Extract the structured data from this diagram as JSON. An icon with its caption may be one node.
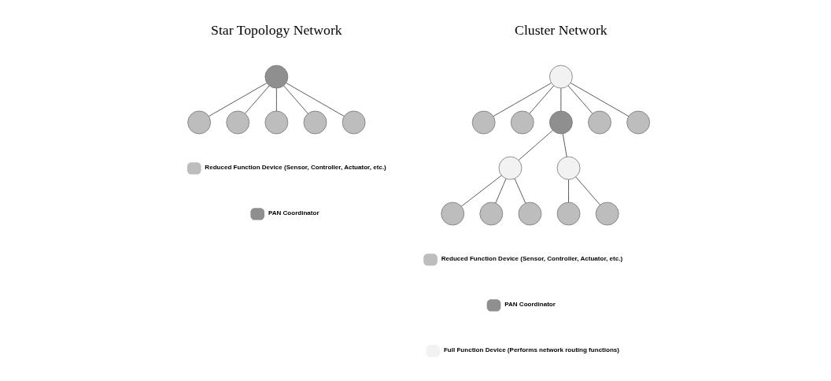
{
  "diagram": {
    "nodes": [
      {
        "text": [],
        "shape": "circle"
      },
      {
        "text": [],
        "shape": "circle"
      },
      {
        "text": [],
        "shape": "circle"
      },
      {
        "text": [],
        "shape": "circle"
      },
      {
        "text": [],
        "shape": "circle"
      },
      {
        "text": [],
        "shape": "circle"
      },
      {
        "text": [],
        "shape": "circle"
      },
      {
        "text": [],
        "shape": "circle"
      },
      {
        "text": [],
        "shape": "circle"
      },
      {
        "text": [],
        "shape": "circle"
      },
      {
        "text": [],
        "shape": "circle"
      },
      {
        "text": [],
        "shape": "circle"
      },
      {
        "text": [],
        "shape": "circle"
      },
      {
        "text": [],
        "shape": "circle"
      },
      {
        "text": [],
        "shape": "circle"
      },
      {
        "text": [],
        "shape": "circle"
      },
      {
        "text": [],
        "shape": "circle"
      },
      {
        "text": [],
        "shape": "circle"
      },
      {
        "text": [],
        "shape": "circle"
      }
    ],
    "edges": [
      {
        "from": 2,
        "to": 0,
        "arrow": "none"
      },
      {
        "from": 2,
        "to": 1,
        "arrow": "none"
      },
      {
        "from": 2,
        "to": 3,
        "arrow": "none"
      },
      {
        "from": 2,
        "to": 4,
        "arrow": "none"
      },
      {
        "from": 2,
        "to": 5,
        "arrow": "none"
      },
      {
        "from": 10,
        "to": 8,
        "arrow": "none"
      },
      {
        "from": 10,
        "to": 6,
        "arrow": "none"
      },
      {
        "from": 10,
        "to": 14,
        "arrow": "none"
      },
      {
        "from": 10,
        "to": 15,
        "arrow": "none"
      },
      {
        "from": 10,
        "to": 11,
        "arrow": "none"
      },
      {
        "from": 11,
        "to": 12,
        "arrow": "none"
      },
      {
        "from": 11,
        "to": 16,
        "arrow": "none"
      },
      {
        "from": 12,
        "to": 9,
        "arrow": "none"
      },
      {
        "from": 12,
        "to": 7,
        "arrow": "none"
      },
      {
        "from": 12,
        "to": 13,
        "arrow": "none"
      },
      {
        "from": 16,
        "to": 17,
        "arrow": "none"
      },
      {
        "from": 16,
        "to": 18,
        "arrow": "none"
      }
    ],
    "labels": [
      "Cluster Network",
      "Star Topology Network"
    ],
    "legend": [
      {
        "text": "Reduced Function Device (Sensor, Controller, Actuator, etc.)",
        "color": "#bdbdbd"
      },
      {
        "text": "PAN Coordinator",
        "color": "#8f8f8f"
      },
      {
        "text": "Reduced Function Device (Sensor, Controller, Actuator, etc.)",
        "color": "#bdbdbd"
      },
      {
        "text": "PAN Coordinator",
        "color": "#8f8f8f"
      },
      {
        "text": "Full Function Device (Performs network routing functions)",
        "color": "#f2f2f2"
      }
    ]
  }
}
